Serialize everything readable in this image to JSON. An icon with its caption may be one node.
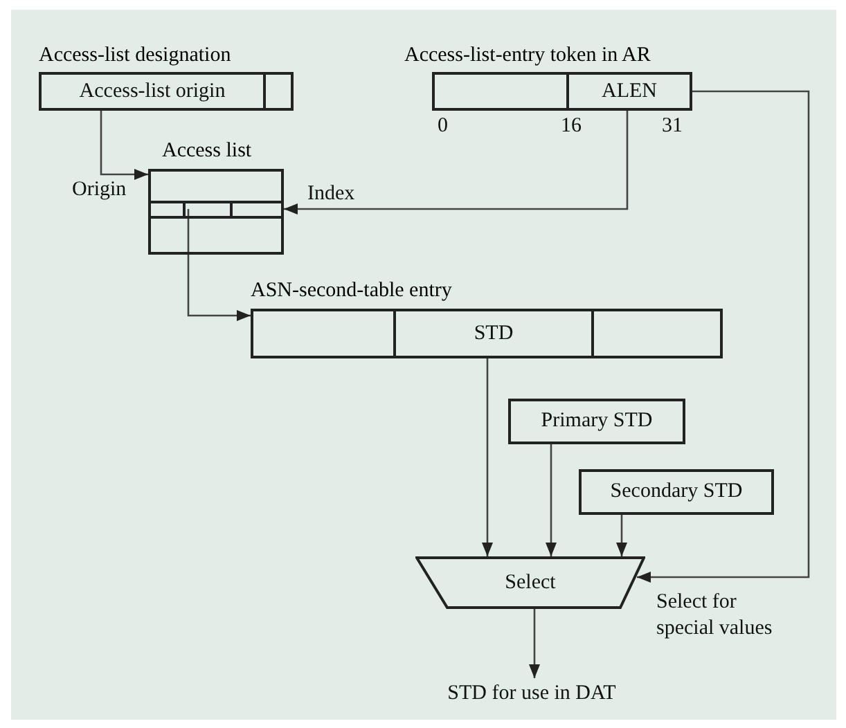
{
  "diagram": {
    "nodes": [
      {
        "text": [
          "Access-list designation",
          "Access-list origin"
        ]
      },
      {
        "text": [
          "Access list"
        ]
      },
      {
        "text": [
          "Access-list-entry token in AR",
          "ALEN"
        ],
        "beside": [
          "0",
          "16",
          "31"
        ]
      },
      {
        "text": [
          "ASN-second-table entry",
          "STD"
        ]
      },
      {
        "text": [
          "Primary STD"
        ]
      },
      {
        "text": [
          "Secondary STD"
        ]
      },
      {
        "text": [
          "Select"
        ]
      },
      {
        "text": [
          "STD for use in DAT"
        ]
      }
    ],
    "edges": [
      {
        "from": 0,
        "to": 1,
        "arrow": "to",
        "label": "Origin"
      },
      {
        "from": 2,
        "to": 1,
        "arrow": "to",
        "label": "Index"
      },
      {
        "from": 1,
        "to": 3,
        "arrow": "to"
      },
      {
        "from": 3,
        "to": 6,
        "arrow": "to"
      },
      {
        "from": 4,
        "to": 6,
        "arrow": "to"
      },
      {
        "from": 5,
        "to": 6,
        "arrow": "to"
      },
      {
        "from": 2,
        "to": 6,
        "arrow": "to",
        "label": "Select for special values"
      },
      {
        "from": 6,
        "to": 7,
        "arrow": "to"
      }
    ]
  }
}
